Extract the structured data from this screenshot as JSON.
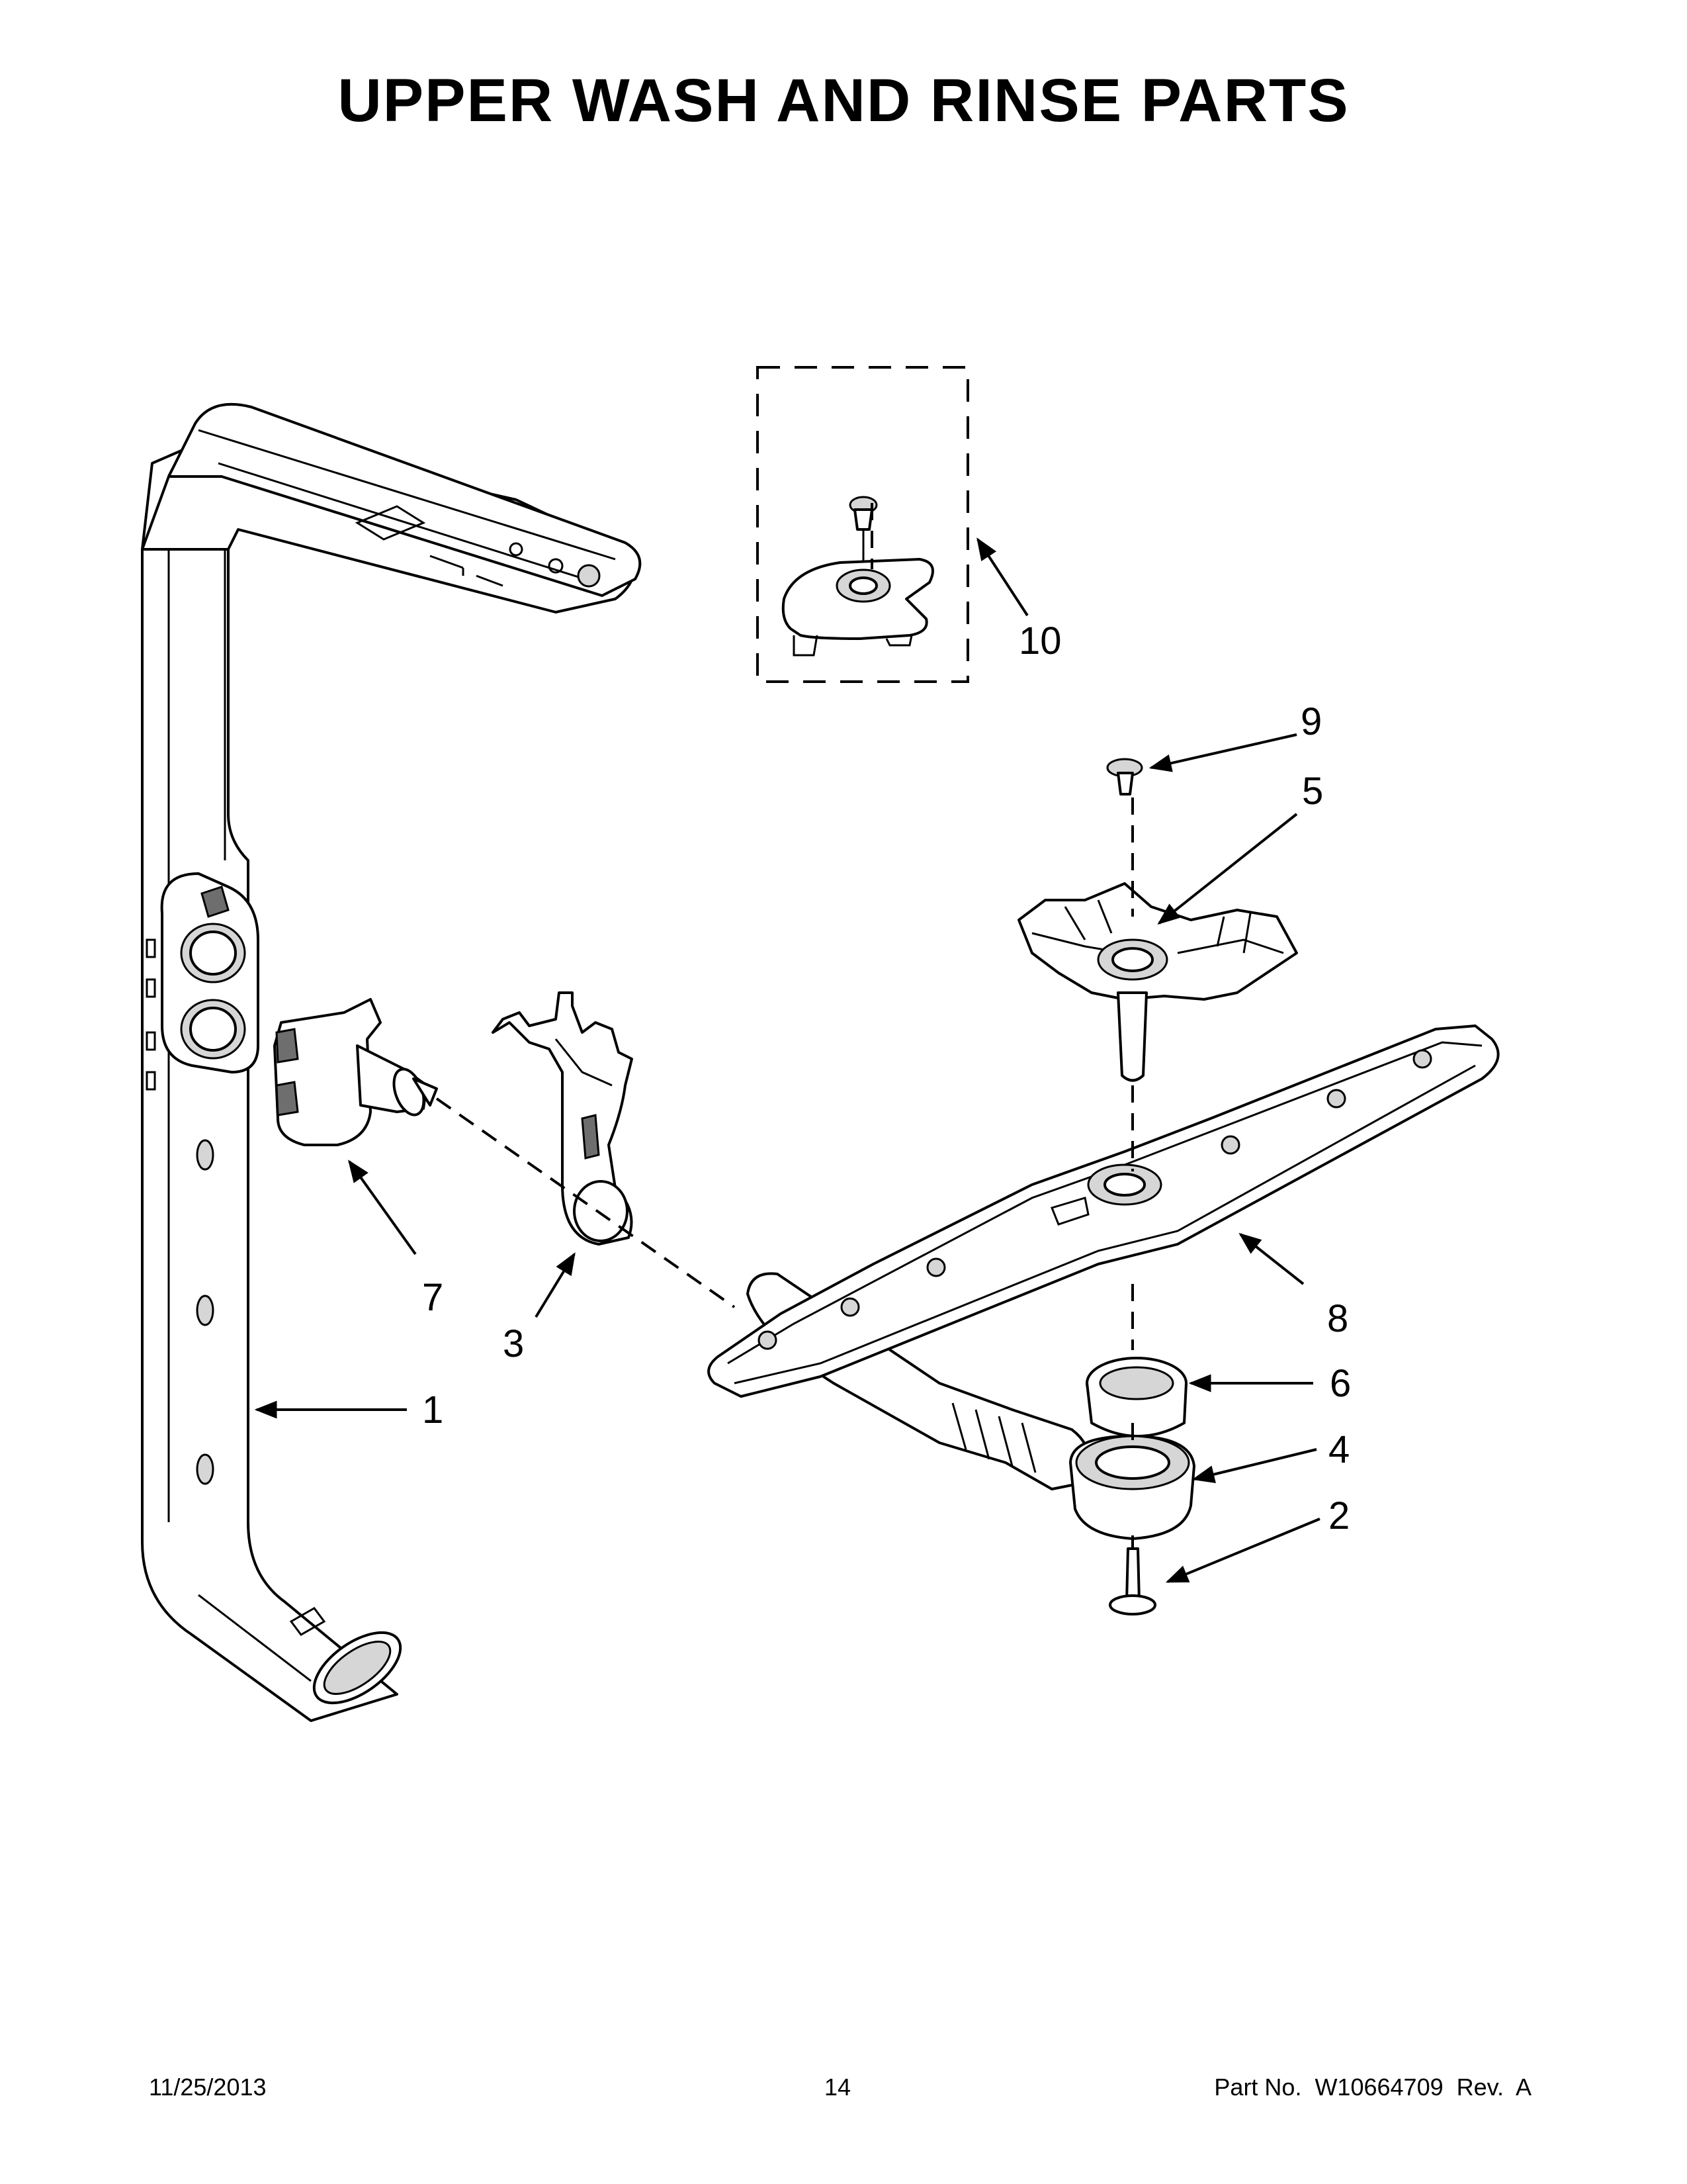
{
  "title": "UPPER WASH AND RINSE PARTS",
  "callouts": {
    "c1": "1",
    "c2": "2",
    "c3": "3",
    "c4": "4",
    "c5": "5",
    "c6": "6",
    "c7": "7",
    "c8": "8",
    "c9": "9",
    "c10": "10"
  },
  "footer": {
    "date": "11/25/2013",
    "page": "14",
    "part_no": "Part No.  W10664709  Rev.  A"
  }
}
